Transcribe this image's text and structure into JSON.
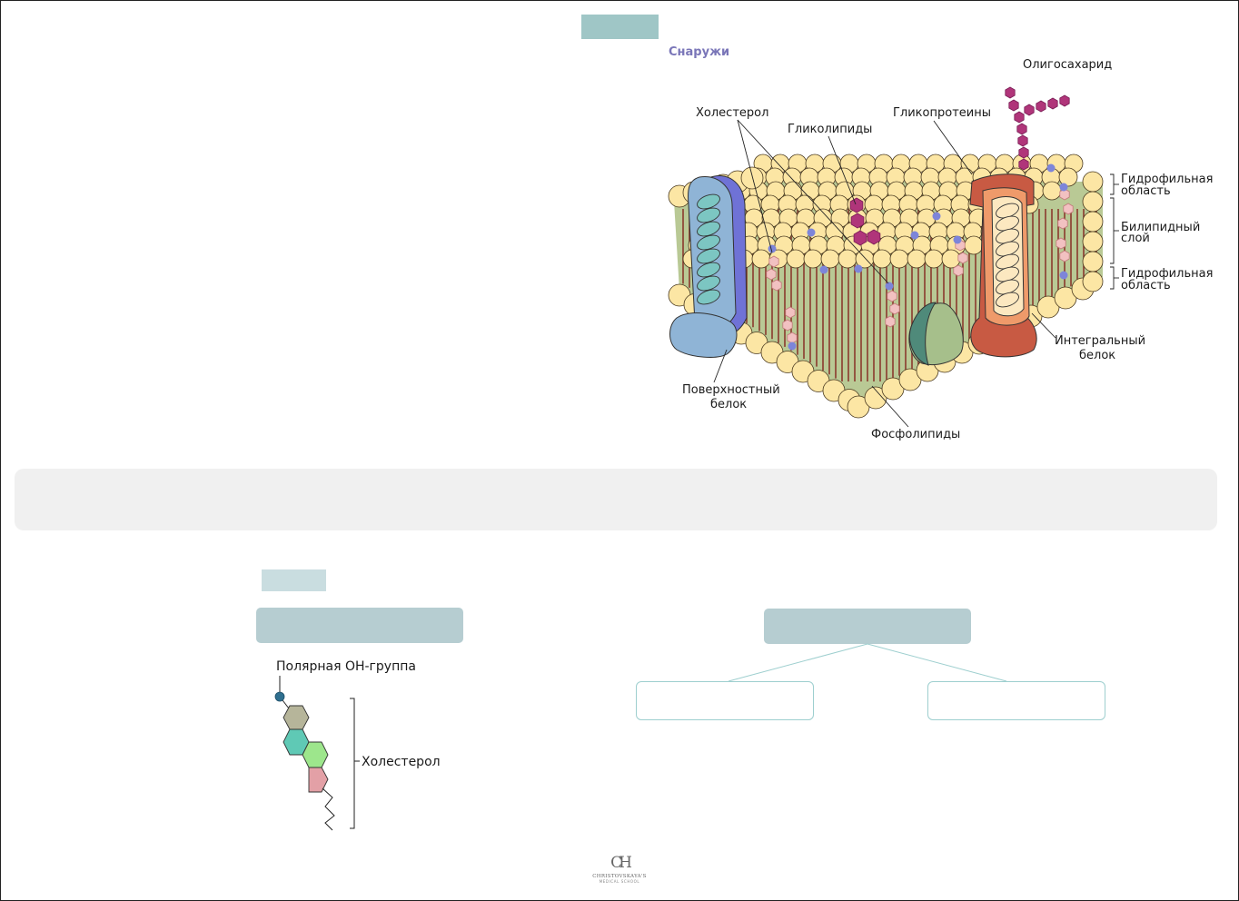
{
  "membrane": {
    "outside_label": "Снаружи",
    "labels": {
      "oligosaccharide": "Олигосахарид",
      "cholesterol": "Холестерол",
      "glycolipids": "Гликолипиды",
      "glycoproteins": "Гликопротеины",
      "hydrophilic_top_1": "Гидрофильная",
      "hydrophilic_top_2": "область",
      "bilipid_1": "Билипидный",
      "bilipid_2": "слой",
      "hydrophilic_bottom_1": "Гидрофильная",
      "hydrophilic_bottom_2": "область",
      "integral_1": "Интегральный",
      "integral_2": "белок",
      "surface_1": "Поверхностный",
      "surface_2": "белок",
      "phospholipids": "Фосфолипиды"
    }
  },
  "cholesterol_structure": {
    "polar_group": "Полярная ОН-группа",
    "name": "Холестерол"
  },
  "logo": {
    "monogram": "CH",
    "line1": "CHRISTOVSKAYA'S",
    "line2": "MEDICAL SCHOOL"
  },
  "colors": {
    "head": "#fce6a4",
    "tail_band": "#b9c995",
    "tail": "#8a3a2e",
    "blue_protein": "#8fb4d6",
    "integral_protein": "#ef9a6a",
    "green_protein": "#a6bf8b",
    "sugar": "#b0357a",
    "dot": "#7d85d9",
    "tag": "#9fc6c6",
    "title_box": "#b6cdd1"
  }
}
